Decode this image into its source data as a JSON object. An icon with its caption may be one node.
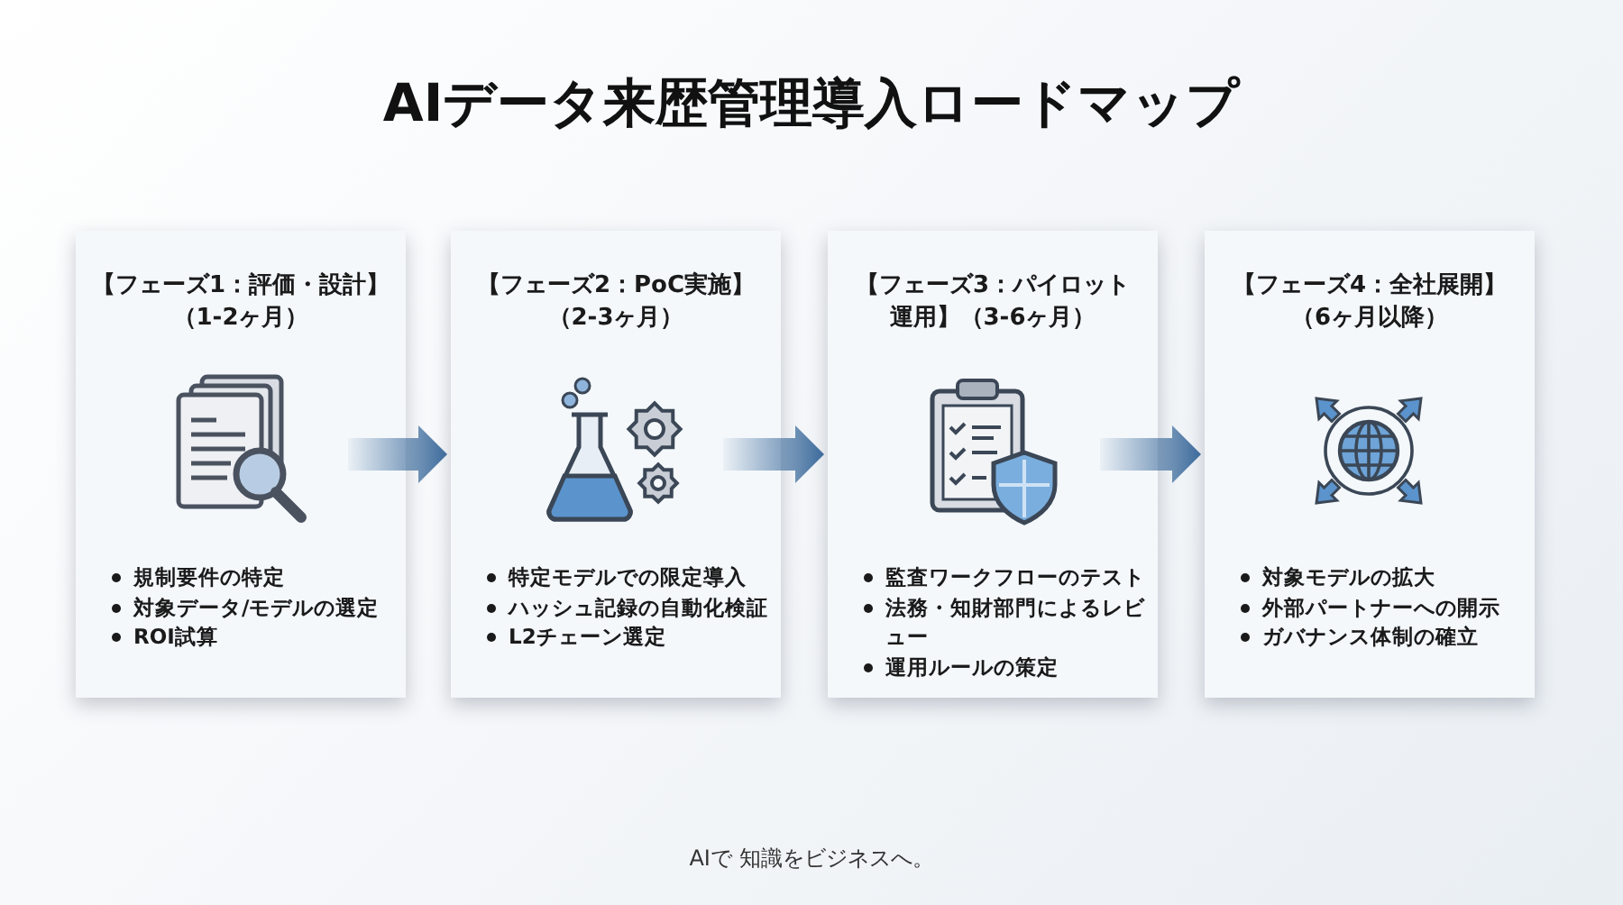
{
  "diagram": {
    "title": "AIデータ来歴管理導入ロードマップ",
    "nodes": [
      {
        "text": [
          "【フェーズ1：評価・設計】（1-2ヶ月）",
          "規制要件の特定",
          "対象データ/モデルの選定",
          "ROI試算"
        ]
      },
      {
        "text": [
          "【フェーズ2：PoC実施】（2-3ヶ月）",
          "特定モデルでの限定導入",
          "ハッシュ記録の自動化検証",
          "L2チェーン選定"
        ]
      },
      {
        "text": [
          "【フェーズ3：パイロット運用】（3-6ヶ月）",
          "監査ワークフローのテスト",
          "法務・知財部門によるレビュー",
          "運用ルールの策定"
        ]
      },
      {
        "text": [
          "【フェーズ4：全社展開】（6ヶ月以降）",
          "対象モデルの拡大",
          "外部パートナーへの開示",
          "ガバナンス体制の確立"
        ]
      }
    ],
    "edges": [
      {
        "from": 0,
        "to": 1,
        "arrow": "to",
        "style": "thick"
      },
      {
        "from": 1,
        "to": 2,
        "arrow": "to",
        "style": "thick"
      },
      {
        "from": 2,
        "to": 3,
        "arrow": "to",
        "style": "thick"
      }
    ],
    "labels": [
      "AIで 知識をビジネスへ。"
    ]
  }
}
